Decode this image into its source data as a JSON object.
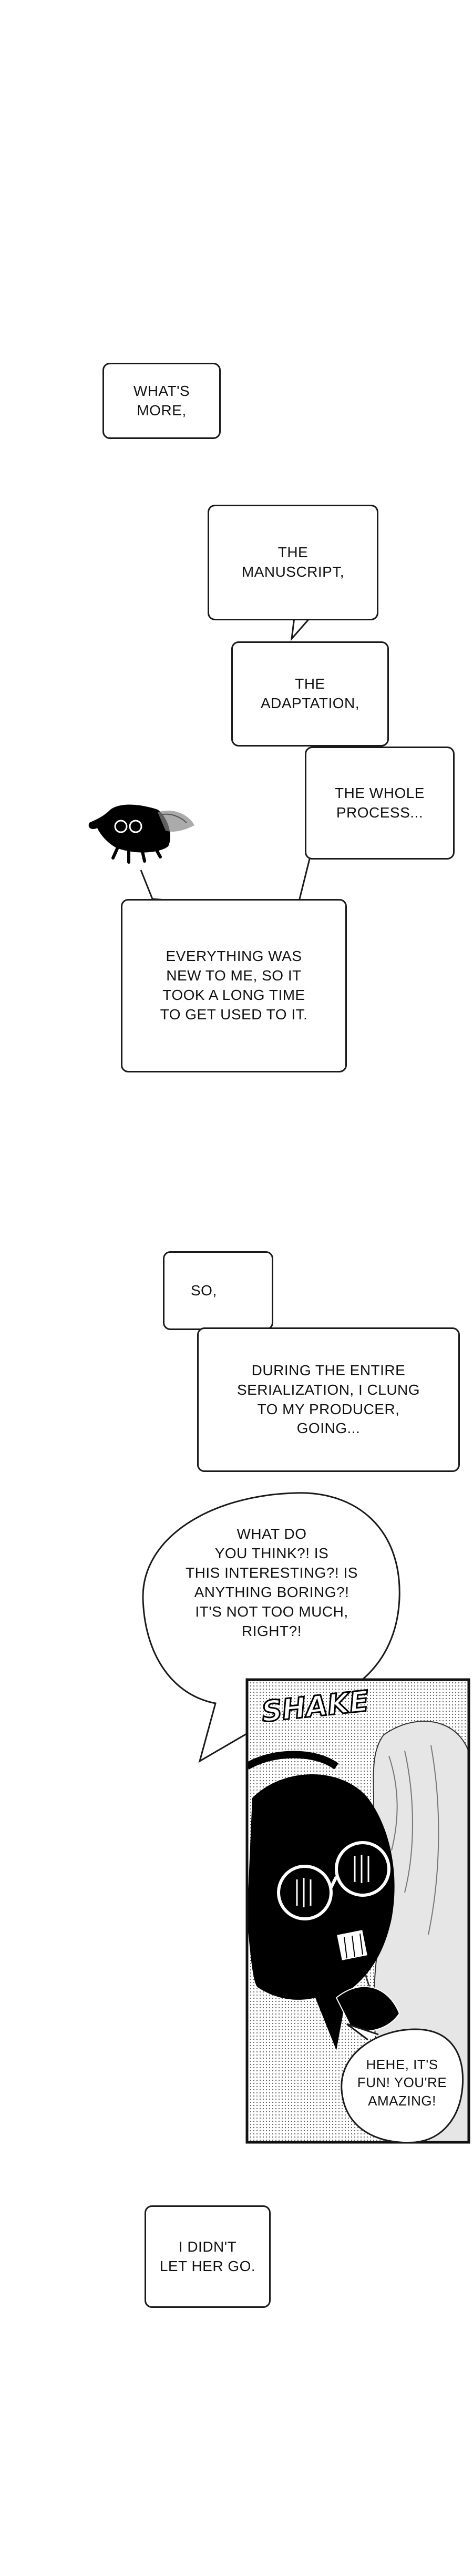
{
  "captions": {
    "whats_more": [
      "WHAT'S",
      "MORE,"
    ],
    "manuscript": [
      "THE",
      "MANUSCRIPT,"
    ],
    "adaptation": [
      "THE",
      "ADAPTATION,"
    ],
    "whole_process": [
      "THE WHOLE",
      "PROCESS..."
    ],
    "new_to_me": [
      "EVERYTHING WAS",
      "NEW TO ME, SO IT",
      "TOOK A LONG TIME",
      "TO GET USED TO IT."
    ],
    "so": [
      "SO,"
    ],
    "serialization": [
      "DURING THE ENTIRE",
      "SERIALIZATION, I CLUNG",
      "TO MY PRODUCER,",
      "GOING..."
    ],
    "let_her_go": [
      "I DIDN'T",
      "LET HER GO."
    ]
  },
  "speech": {
    "question": [
      "WHAT DO",
      "YOU THINK?! IS",
      "THIS INTERESTING?! IS",
      "ANYTHING BORING?!",
      "IT'S NOT TOO MUCH,",
      "RIGHT?!"
    ],
    "reply": [
      "HEHE, IT'S",
      "FUN! YOU'RE",
      "AMAZING!"
    ]
  },
  "panel": {
    "sfx": "SHAKE"
  }
}
